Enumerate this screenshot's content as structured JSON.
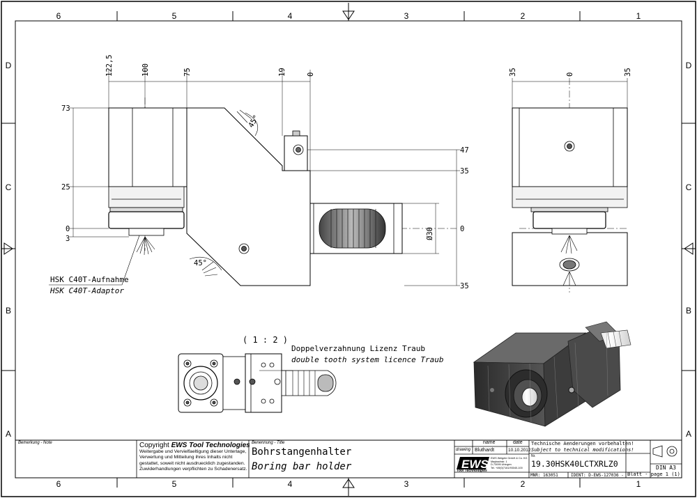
{
  "grid": {
    "top_numbers": [
      "6",
      "5",
      "4",
      "3",
      "2",
      "1"
    ],
    "bottom_numbers": [
      "6",
      "5",
      "4",
      "3",
      "2",
      "1"
    ],
    "left_letters": [
      "D",
      "C",
      "B",
      "A"
    ],
    "right_letters": [
      "D",
      "C",
      "B",
      "A"
    ]
  },
  "front_view": {
    "top_dims": [
      "122,5",
      "100",
      "75",
      "19",
      "0"
    ],
    "left_dims": [
      "73",
      "25",
      "0",
      "3"
    ],
    "right_dims": [
      "47",
      "35",
      "0",
      "35"
    ],
    "dia_label": "Ø30",
    "angle_top": "45°",
    "angle_bottom": "45°",
    "label_de": "HSK C40T-Aufnahme",
    "label_en": "HSK C40T-Adaptor"
  },
  "side_view": {
    "top_dims": [
      "35",
      "0",
      "35"
    ]
  },
  "detail": {
    "scale": "( 1 : 2 )",
    "note_de": "Doppelverzahnung Lizenz Traub",
    "note_en": "double tooth system licence Traub"
  },
  "title_block": {
    "remark_label": "Bemerkung - Note",
    "copyright_prefix": "Copyright ",
    "copyright_brand": "EWS Tool Technologies",
    "copyright_lines": [
      "Weitergabe und Vervielfaeltigung dieser Unterlage,",
      "Verwertung und Mitteilung ihres Inhalts nicht",
      "gestattet, soweit nicht ausdruecklich zugestanden.",
      "Zuwiderhandlungen verpflichten zu Schadenersatz."
    ],
    "title_label": "Benennung - Title",
    "title_de": "Bohrstangenhalter",
    "title_en": "Boring bar holder",
    "col_name": "name",
    "col_date": "date",
    "row_label": "drawing",
    "drawer": "Bluthardt",
    "date": "10.10.2012",
    "logo": "EWS",
    "logo_sub": "Tool Technologies",
    "company_lines": [
      "EWS Weigele GmbH & Co. KG",
      "Maybachstr. 1",
      "D-73095 Uhingen",
      "Tel. +49(0)7161/93040-100"
    ],
    "notice_de": "Technische Aenderungen vorbehalten!",
    "notice_en": "Subject to technical modifications!",
    "nr_label": "Nr.",
    "part_number": "19.30HSK40LCTXRLZ0",
    "mnr": "MNR: 163051",
    "ident": "IDENT: D-EWS-127036 -",
    "sheet": "Blatt - page 1 (1)",
    "format": "DIN A3"
  }
}
